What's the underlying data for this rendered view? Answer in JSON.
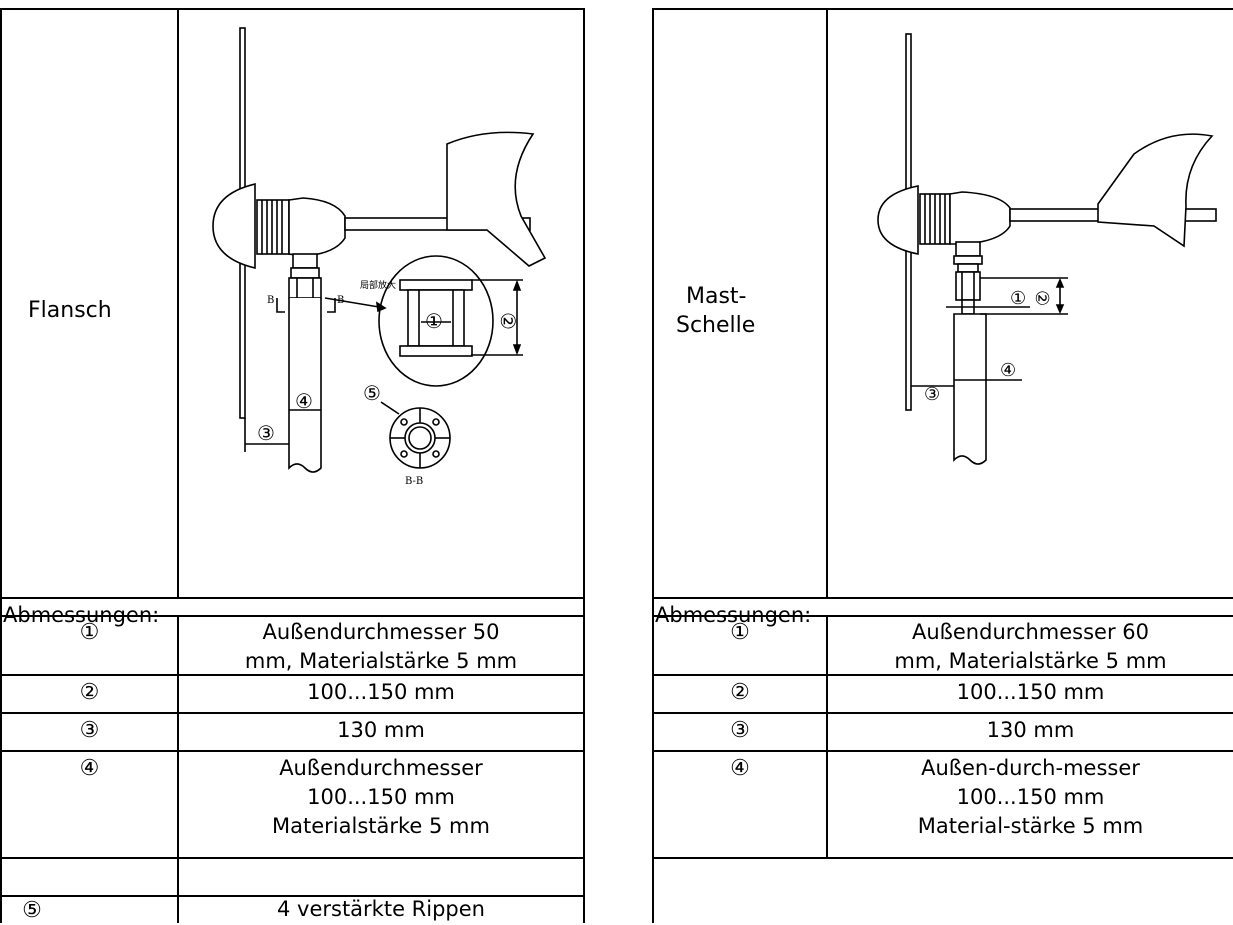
{
  "left": {
    "type_label": "Flansch",
    "heading": "Abmessungen:",
    "drawing": {
      "note_text": "局部放大",
      "section_marker": "B",
      "section_label": "B-B"
    },
    "rows": [
      {
        "symbol": "①",
        "lines": [
          "Außendurchmesser 50",
          "mm, Materialstärke 5 mm"
        ]
      },
      {
        "symbol": "②",
        "lines": [
          "100...150 mm"
        ]
      },
      {
        "symbol": "③",
        "lines": [
          "130 mm"
        ]
      },
      {
        "symbol": "④",
        "lines": [
          "Außendurchmesser",
          "100...150 mm",
          "Materialstärke 5 mm"
        ]
      },
      {
        "symbol": "⑤",
        "lines": [
          "4 verstärkte Rippen"
        ]
      }
    ]
  },
  "right": {
    "type_label_line1": "Mast-",
    "type_label_line2": "Schelle",
    "heading": "Abmessungen:",
    "rows": [
      {
        "symbol": "①",
        "lines": [
          "Außendurchmesser 60",
          "mm, Materialstärke 5 mm"
        ]
      },
      {
        "symbol": "②",
        "lines": [
          "100...150 mm"
        ]
      },
      {
        "symbol": "③",
        "lines": [
          "130 mm"
        ]
      },
      {
        "symbol": "④",
        "lines": [
          "Außen-durch-messer",
          "100...150 mm",
          "Material-stärke 5 mm"
        ]
      }
    ]
  },
  "markers": {
    "m1": "①",
    "m2": "②",
    "m3": "③",
    "m4": "④",
    "m5": "⑤"
  }
}
